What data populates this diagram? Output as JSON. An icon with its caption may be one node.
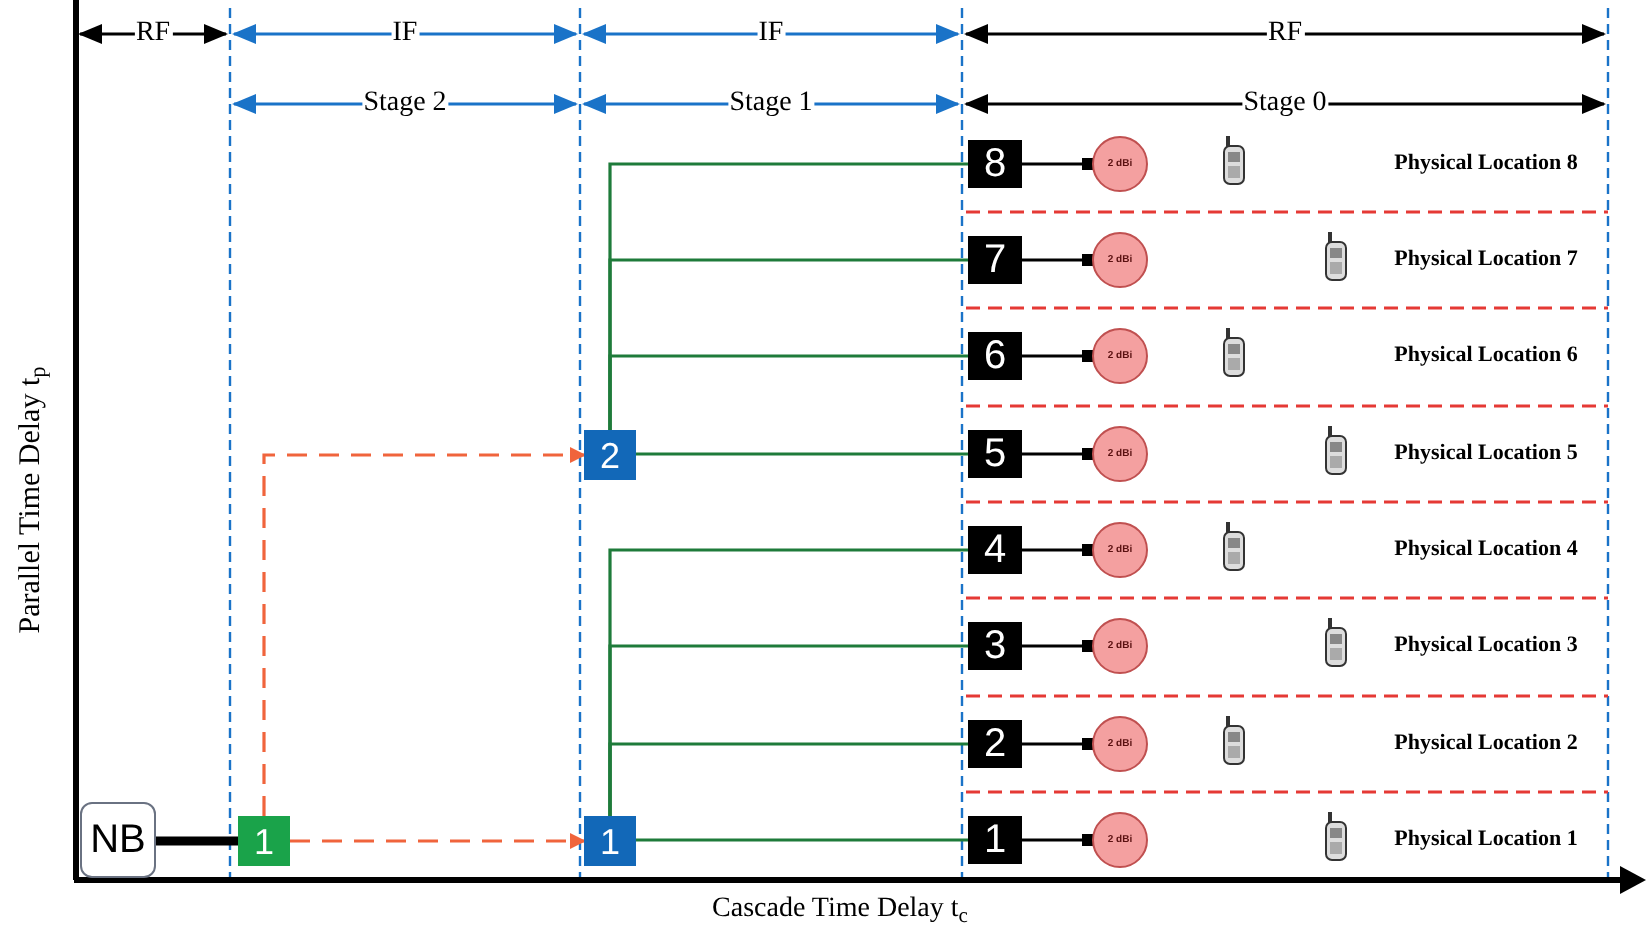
{
  "diagram": {
    "nodes": [
      {
        "text": [
          "NB"
        ]
      },
      {
        "text": [
          "1"
        ]
      },
      {
        "text": [
          "2"
        ]
      },
      {
        "text": [
          "1"
        ]
      },
      {
        "text": [
          "8"
        ]
      },
      {
        "text": [
          "7"
        ]
      },
      {
        "text": [
          "6"
        ]
      },
      {
        "text": [
          "5"
        ]
      },
      {
        "text": [
          "4"
        ]
      },
      {
        "text": [
          "3"
        ]
      },
      {
        "text": [
          "2"
        ]
      },
      {
        "text": [
          "1"
        ]
      },
      {
        "text": [
          "2 dBi"
        ]
      },
      {
        "text": [
          "2 dBi"
        ]
      },
      {
        "text": [
          "2 dBi"
        ]
      },
      {
        "text": [
          "2 dBi"
        ]
      },
      {
        "text": [
          "2 dBi"
        ]
      },
      {
        "text": [
          "2 dBi"
        ]
      },
      {
        "text": [
          "2 dBi"
        ]
      },
      {
        "text": [
          "2 dBi"
        ]
      }
    ],
    "edges": [
      {
        "from": 0,
        "to": 1,
        "arrow": "none",
        "style": "thick"
      },
      {
        "from": 1,
        "to": 3,
        "arrow": "to",
        "style": "dashed",
        "color": "#f0643c"
      },
      {
        "from": 1,
        "to": 2,
        "arrow": "to",
        "style": "dashed",
        "color": "#f0643c"
      },
      {
        "from": 2,
        "to": 4,
        "arrow": "none",
        "color": "#1e7b3a"
      },
      {
        "from": 2,
        "to": 5,
        "arrow": "none",
        "color": "#1e7b3a"
      },
      {
        "from": 2,
        "to": 6,
        "arrow": "none",
        "color": "#1e7b3a"
      },
      {
        "from": 2,
        "to": 7,
        "arrow": "none",
        "color": "#1e7b3a"
      },
      {
        "from": 3,
        "to": 8,
        "arrow": "none",
        "color": "#1e7b3a"
      },
      {
        "from": 3,
        "to": 9,
        "arrow": "none",
        "color": "#1e7b3a"
      },
      {
        "from": 3,
        "to": 10,
        "arrow": "none",
        "color": "#1e7b3a"
      },
      {
        "from": 3,
        "to": 11,
        "arrow": "none",
        "color": "#1e7b3a"
      },
      {
        "from": 4,
        "to": 12,
        "arrow": "other"
      },
      {
        "from": 5,
        "to": 13,
        "arrow": "other"
      },
      {
        "from": 6,
        "to": 14,
        "arrow": "other"
      },
      {
        "from": 7,
        "to": 15,
        "arrow": "other"
      },
      {
        "from": 8,
        "to": 16,
        "arrow": "other"
      },
      {
        "from": 9,
        "to": 17,
        "arrow": "other"
      },
      {
        "from": 10,
        "to": 18,
        "arrow": "other"
      },
      {
        "from": 11,
        "to": 19,
        "arrow": "other"
      }
    ],
    "labels": [
      "RF",
      "IF",
      "IF",
      "RF",
      "Stage 2",
      "Stage 1",
      "Stage 0",
      "Physical Location 8",
      "Physical Location 7",
      "Physical Location 6",
      "Physical Location 5",
      "Physical Location 4",
      "Physical Location 3",
      "Physical Location 2",
      "Physical Location 1",
      "Parallel Time Delay t$_{p}$",
      "Cascade Time Delay t$_{c}$"
    ]
  }
}
